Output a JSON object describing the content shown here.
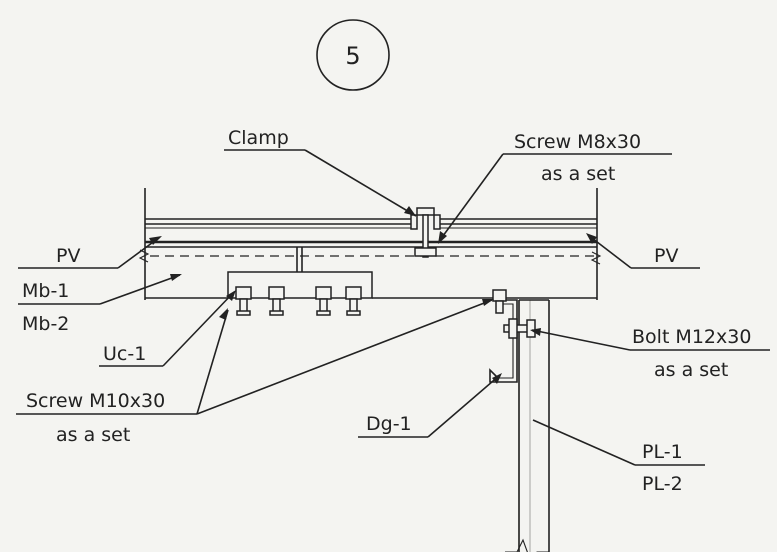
{
  "detail": {
    "number": "5"
  },
  "labels": {
    "clamp": "Clamp",
    "screw_m8_line1": "Screw M8x30",
    "screw_m8_line2": "as a set",
    "pv_left": "PV",
    "pv_right": "PV",
    "mb1": "Mb-1",
    "mb2": "Mb-2",
    "uc1": "Uc-1",
    "screw_m10_line1": "Screw M10x30",
    "screw_m10_line2": "as a set",
    "bolt_line1": "Bolt M12x30",
    "bolt_line2": "as a set",
    "dg1": "Dg-1",
    "pl1": "PL-1",
    "pl2": "PL-2"
  }
}
